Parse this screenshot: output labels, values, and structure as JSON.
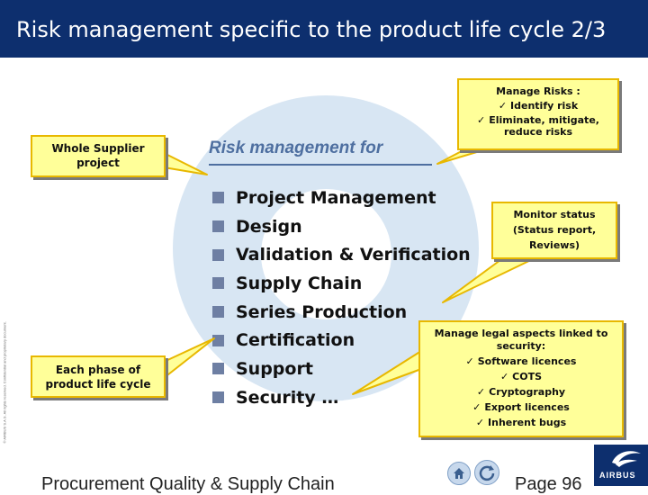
{
  "header": {
    "title": "Risk management specific to the product life cycle 2/3"
  },
  "main": {
    "section_title": "Risk management for",
    "items": [
      "Project Management",
      "Design",
      "Validation & Verification",
      "Supply Chain",
      "Series Production",
      "Certification",
      "Support",
      "Security …"
    ]
  },
  "callouts": {
    "whole_supplier": [
      "Whole Supplier",
      "project"
    ],
    "each_phase": [
      "Each phase of",
      "product life cycle"
    ],
    "manage_risks": {
      "title": "Manage Risks :",
      "items": [
        "Identify risk",
        "Eliminate, mitigate,",
        "reduce risks"
      ]
    },
    "monitor_status": [
      "Monitor status",
      "(Status report,",
      "Reviews)"
    ],
    "legal": {
      "title": [
        "Manage legal aspects linked to",
        "security:"
      ],
      "items": [
        "Software licences",
        "COTS",
        "Cryptography",
        "Export licences",
        "Inherent bugs"
      ]
    }
  },
  "footer": {
    "left": "Procurement Quality & Supply Chain",
    "right": "Page 96"
  },
  "side_note": "© AIRBUS S.A.S. All rights reserved. Confidential and proprietary document.",
  "logo": {
    "text": "AIRBUS"
  },
  "colors": {
    "header_bg": "#0d2f6e",
    "callout_fill": "#ffff99",
    "callout_border": "#e8b800",
    "accent": "#4e6fa0"
  },
  "icons": {
    "check": "✓",
    "bullet": "square-bullet"
  }
}
